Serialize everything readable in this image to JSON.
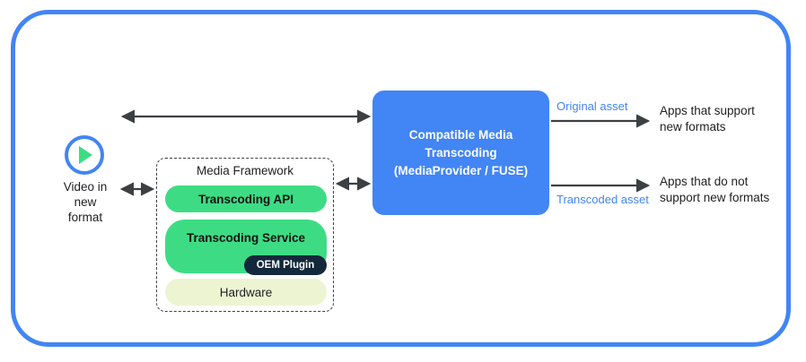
{
  "frame": {
    "name": "diagram-frame",
    "border_color": "#4285F4"
  },
  "source": {
    "icon": "play-circle-icon",
    "label": "Video in\nnew\nformat",
    "icon_ring_color": "#4285F4",
    "icon_triangle_color": "#3DDC84"
  },
  "media_framework": {
    "title": "Media Framework",
    "boxes": [
      {
        "label": "Transcoding API",
        "color": "#3DDC84",
        "text_color": "#121212"
      },
      {
        "label": "Transcoding Service",
        "color": "#3DDC84",
        "text_color": "#121212"
      },
      {
        "label": "Hardware",
        "color": "#EDF4D2",
        "text_color": "#202124"
      }
    ],
    "badge": {
      "label": "OEM Plugin",
      "color": "#13283C",
      "text_color": "#FFFFFF"
    }
  },
  "cmt": {
    "label": "Compatible Media\nTranscoding\n(MediaProvider / FUSE)",
    "color": "#4285F4",
    "text_color": "#FFFFFF"
  },
  "edges": {
    "original_asset": "Original asset",
    "transcoded_asset": "Transcoded asset",
    "label_color": "#4285F4"
  },
  "sinks": [
    {
      "label": "Apps that support\nnew formats"
    },
    {
      "label": "Apps that do not\nsupport new formats"
    }
  ],
  "arrow_color": "#3c4043"
}
